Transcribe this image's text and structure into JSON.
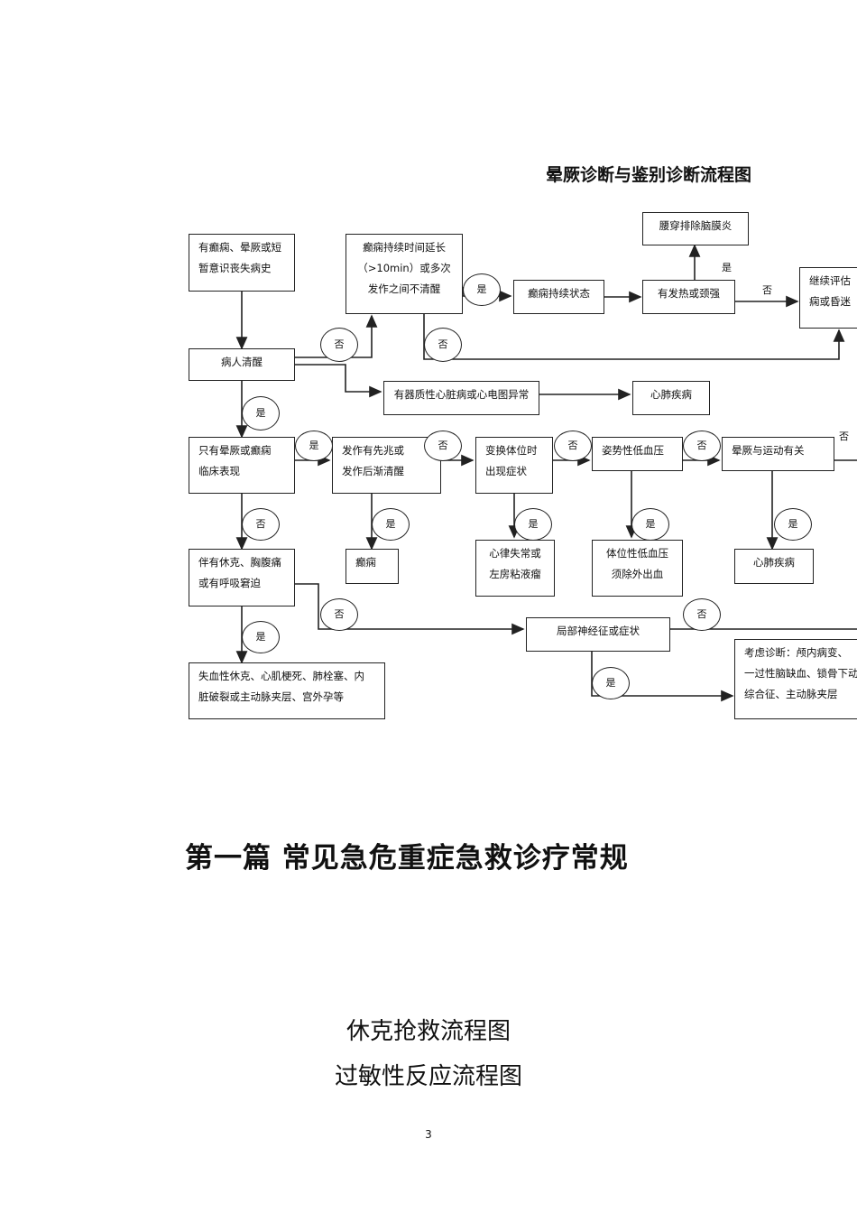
{
  "diagram_title": "晕厥诊断与鉴别诊断流程图",
  "nodes": {
    "history": "有癫痫、晕厥或短\n暂意识丧失病史",
    "seizure_prolonged": "癫痫持续时间延长\n（>10min）或多次\n发作之间不清醒",
    "lumbar": "腰穿排除脑膜炎",
    "status_epilepticus": "癫痫持续状态",
    "fever": "有发热或颈强",
    "continue_eval": "继续评估\n痫或昏迷",
    "conscious": "病人清醒",
    "heart_disease": "有器质性心脏病或心电图异常",
    "cardiopulmonary_1": "心肺疾病",
    "only_syncope": "只有晕厥或癫痫\n临床表现",
    "aura": "发作有先兆或\n发作后渐清醒",
    "position_change": "变换体位时\n出现症状",
    "orthostatic": "姿势性低血压",
    "exercise": "晕厥与运动有关",
    "shock": "伴有休克、胸腹痛\n或有呼吸窘迫",
    "epilepsy": "癫痫",
    "arrhythmia": "心律失常或\n左房粘液瘤",
    "postural": "体位性低血压\n须除外出血",
    "cardiopulmonary_2": "心肺疾病",
    "focal": "局部神经征或症状",
    "hemorrhagic": "失血性休克、心肌梗死、肺栓塞、内\n脏破裂或主动脉夹层、宫外孕等",
    "consider": "考虑诊断：颅内病变、\n一过性脑缺血、锁骨下动\n综合征、主动脉夹层"
  },
  "labels": {
    "yes": "是",
    "no": "否"
  },
  "heading": "第一篇  常见急危重症急救诊疗常规",
  "sub1": "休克抢救流程图",
  "sub2": "过敏性反应流程图",
  "page_number": "3"
}
